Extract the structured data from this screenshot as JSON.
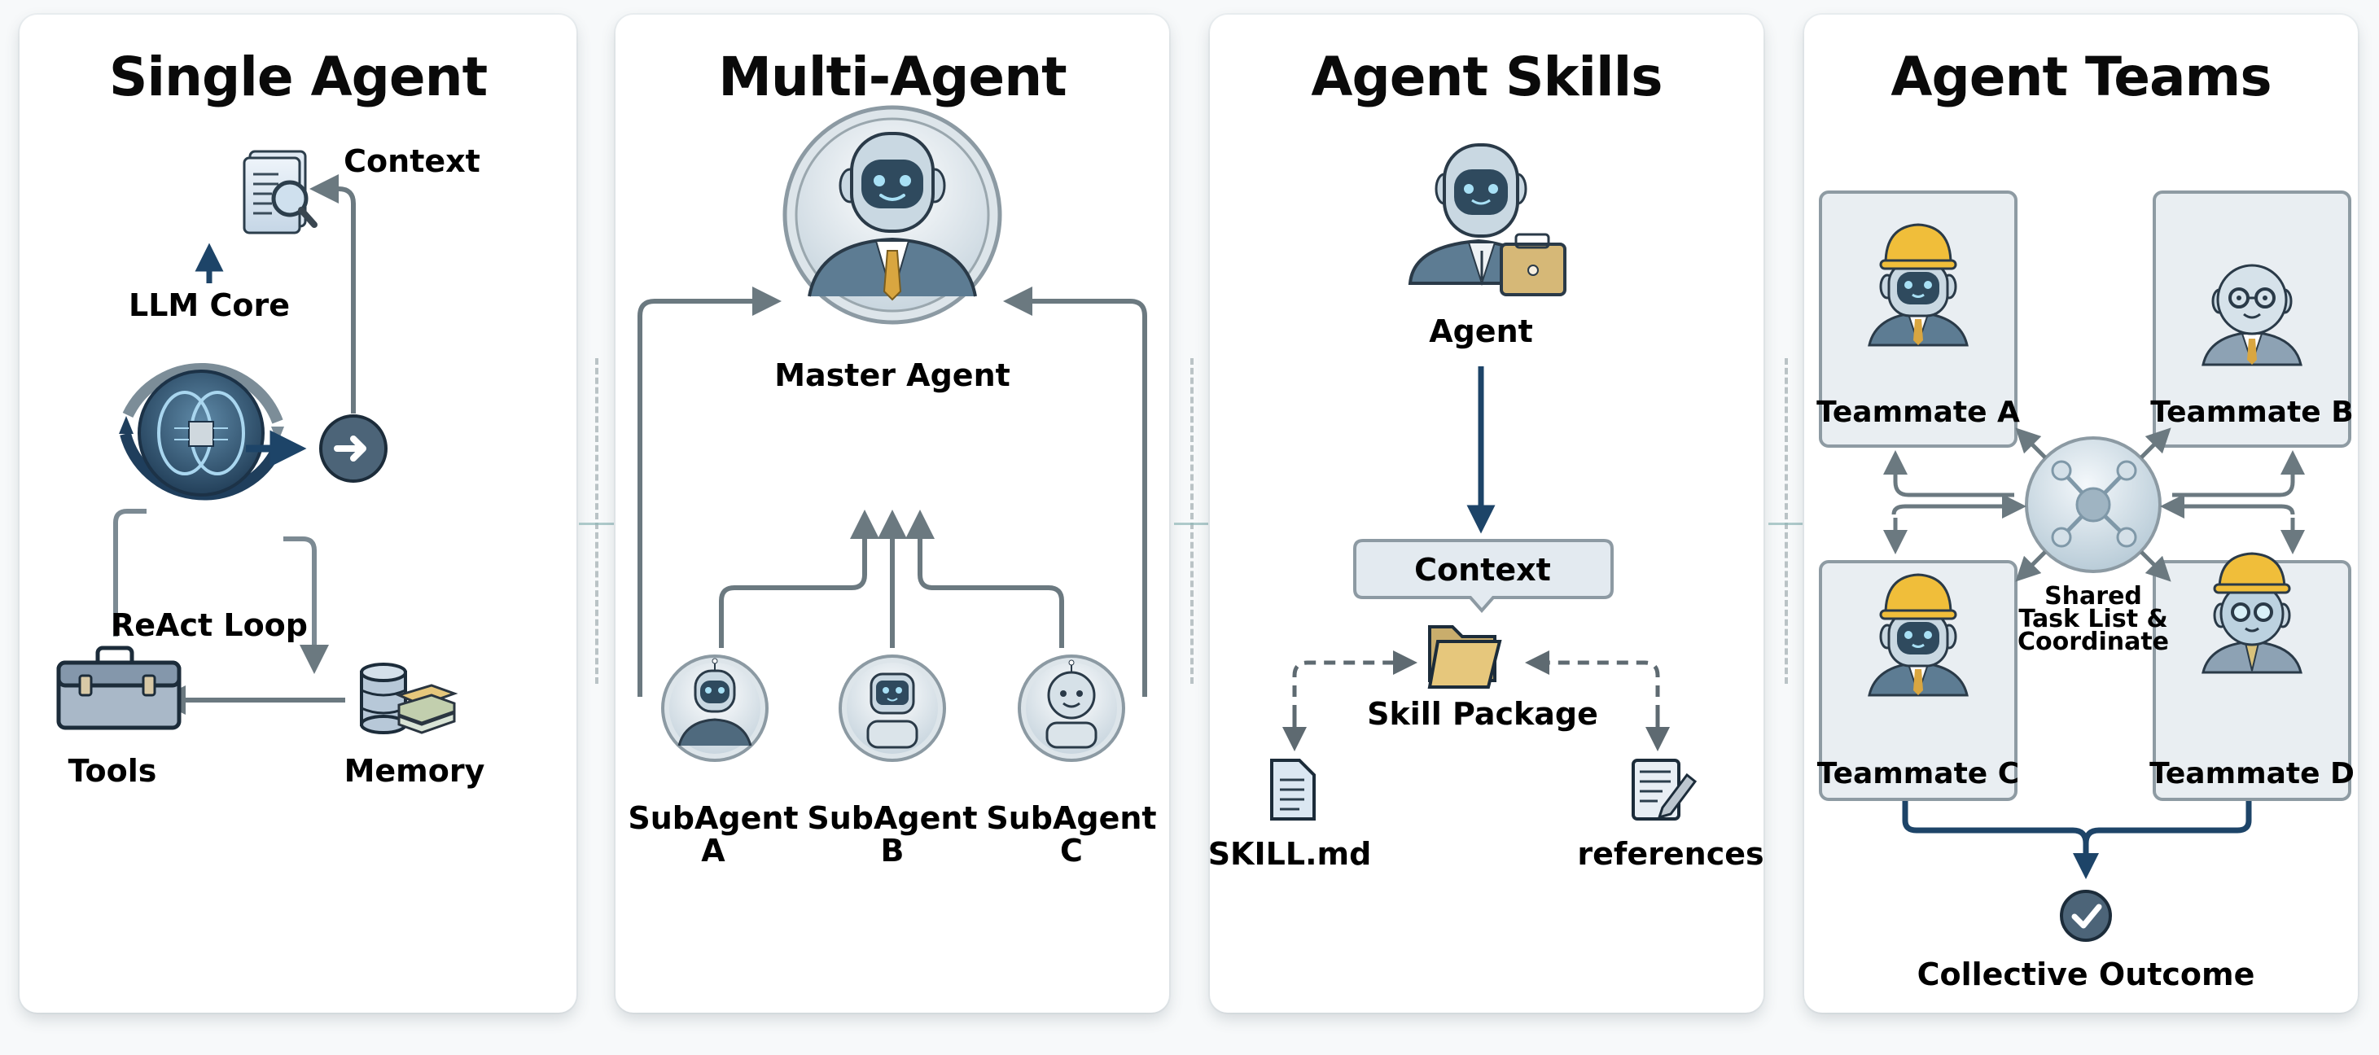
{
  "panels": [
    {
      "title": "Single Agent",
      "labels": {
        "context": "Context",
        "llm_core": "LLM Core",
        "react_loop": "ReAct Loop",
        "tools": "Tools",
        "memory": "Memory"
      }
    },
    {
      "title": "Multi-Agent",
      "labels": {
        "master": "Master Agent",
        "sub_a_1": "SubAgent",
        "sub_a_2": "A",
        "sub_b_1": "SubAgent",
        "sub_b_2": "B",
        "sub_c_1": "SubAgent",
        "sub_c_2": "C"
      }
    },
    {
      "title": "Agent Skills",
      "labels": {
        "agent": "Agent",
        "context": "Context",
        "skill_package": "Skill Package",
        "skill_md": "SKILL.md",
        "references": "references"
      }
    },
    {
      "title": "Agent Teams",
      "labels": {
        "teammate_a": "Teammate A",
        "teammate_b": "Teammate B",
        "teammate_c": "Teammate C",
        "teammate_d": "Teammate D",
        "hub_1": "Shared",
        "hub_2": "Task List &",
        "hub_3": "Coordinate",
        "outcome": "Collective Outcome"
      }
    }
  ],
  "colors": {
    "arrow_gray": "#6b7980",
    "arrow_navy": "#1d4468",
    "robot_face": "#2f4a5e",
    "robot_shell": "#c9d8e2",
    "suit": "#5d7c93",
    "tie": "#d9a640",
    "hard_hat": "#f0be3a",
    "folder": "#e6c77c",
    "card_bg": "#e9eef2"
  }
}
